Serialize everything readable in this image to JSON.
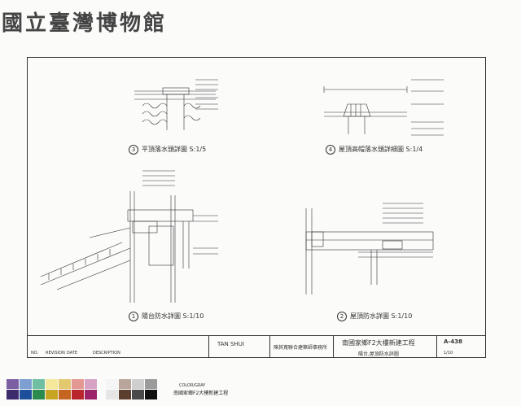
{
  "header": {
    "museum_title": "國立臺灣博物館"
  },
  "details": [
    {
      "num": "3",
      "title": "平頂落水頭詳圖 S:1/5"
    },
    {
      "num": "4",
      "title": "屋頂高帽落水頭詳細圖 S:1/4"
    },
    {
      "num": "1",
      "title": "陽台防水詳圖 S:1/10"
    },
    {
      "num": "2",
      "title": "屋頂防水詳圖 S:1/10"
    }
  ],
  "titleblock": {
    "project_title": "南國家鄉F2大樓新建工程",
    "drawing_title": "陽台,屋頂防水詳圖",
    "sheet_number": "A-438",
    "firm_name": "陳其寬聯合建築師事務所",
    "logo_text": "TAN SHUI",
    "col_no": "NO.",
    "col_rev": "REVISION",
    "col_date": "DATE",
    "col_desc": "DESCRIPTION",
    "scale": "1/10"
  },
  "color_strip": {
    "label": "COLOR/GRAY",
    "caption": "南國家鄉F2大樓新建工程",
    "top_colors": [
      "#7b5fa2",
      "#7e9fd2",
      "#6fbfa2",
      "#f4e99b",
      "#e4c870",
      "#e49894",
      "#d7a3c4",
      "#f5f5f5",
      "#b9a69a",
      "#cfcfcf",
      "#9b9b9b"
    ],
    "bottom_colors": [
      "#3d2b6e",
      "#1e4f9c",
      "#2b8b4f",
      "#c7a523",
      "#c4661f",
      "#b8252a",
      "#9c2368",
      "#e6e6e6",
      "#5b3e2e",
      "#4a4a4a",
      "#111111"
    ]
  }
}
